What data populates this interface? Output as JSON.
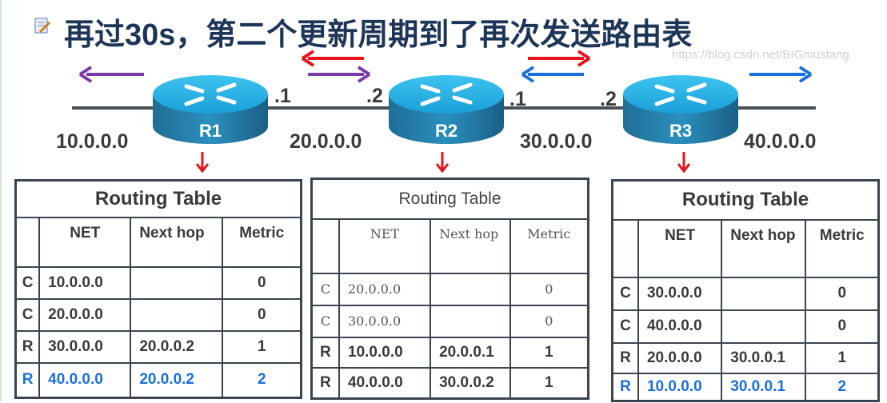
{
  "title": "再过30s，第二个更新周期到了再次发送路由表",
  "routers": [
    "R1",
    "R2",
    "R3"
  ],
  "networks": [
    "10.0.0.0",
    "20.0.0.0",
    "30.0.0.0",
    "40.0.0.0"
  ],
  "interfaces": {
    "r1_right": ".1",
    "r2_left": ".2",
    "r2_right": ".1",
    "r3_left": ".2"
  },
  "colors": {
    "red": "#e8141c",
    "purple": "#7a3aa8",
    "blue": "#1a6fe0",
    "title": "#1d3557"
  },
  "tables": [
    {
      "title": "Routing Table",
      "headers": [
        "NET",
        "Next hop",
        "Metric"
      ],
      "rows": [
        [
          "C",
          "10.0.0.0",
          "",
          "0"
        ],
        [
          "C",
          "20.0.0.0",
          "",
          "0"
        ],
        [
          "R",
          "30.0.0.0",
          "20.0.0.2",
          "1"
        ],
        [
          "R",
          "40.0.0.0",
          "20.0.0.2",
          "2"
        ]
      ],
      "highlight_last": true
    },
    {
      "title": "Routing Table",
      "headers": [
        "NET",
        "Next hop",
        "Metric"
      ],
      "rows": [
        [
          "C",
          "20.0.0.0",
          "",
          "0"
        ],
        [
          "C",
          "30.0.0.0",
          "",
          "0"
        ],
        [
          "R",
          "10.0.0.0",
          "20.0.0.1",
          "1"
        ],
        [
          "R",
          "40.0.0.0",
          "30.0.0.2",
          "1"
        ]
      ],
      "highlight_last": false
    },
    {
      "title": "Routing Table",
      "headers": [
        "NET",
        "Next hop",
        "Metric"
      ],
      "rows": [
        [
          "C",
          "30.0.0.0",
          "",
          "0"
        ],
        [
          "C",
          "40.0.0.0",
          "",
          "0"
        ],
        [
          "R",
          "20.0.0.0",
          "30.0.0.1",
          "1"
        ],
        [
          "R",
          "10.0.0.0",
          "30.0.0.1",
          "2"
        ]
      ],
      "highlight_last": true
    }
  ],
  "watermark": "https://blog.csdn.net/BIGmustang"
}
